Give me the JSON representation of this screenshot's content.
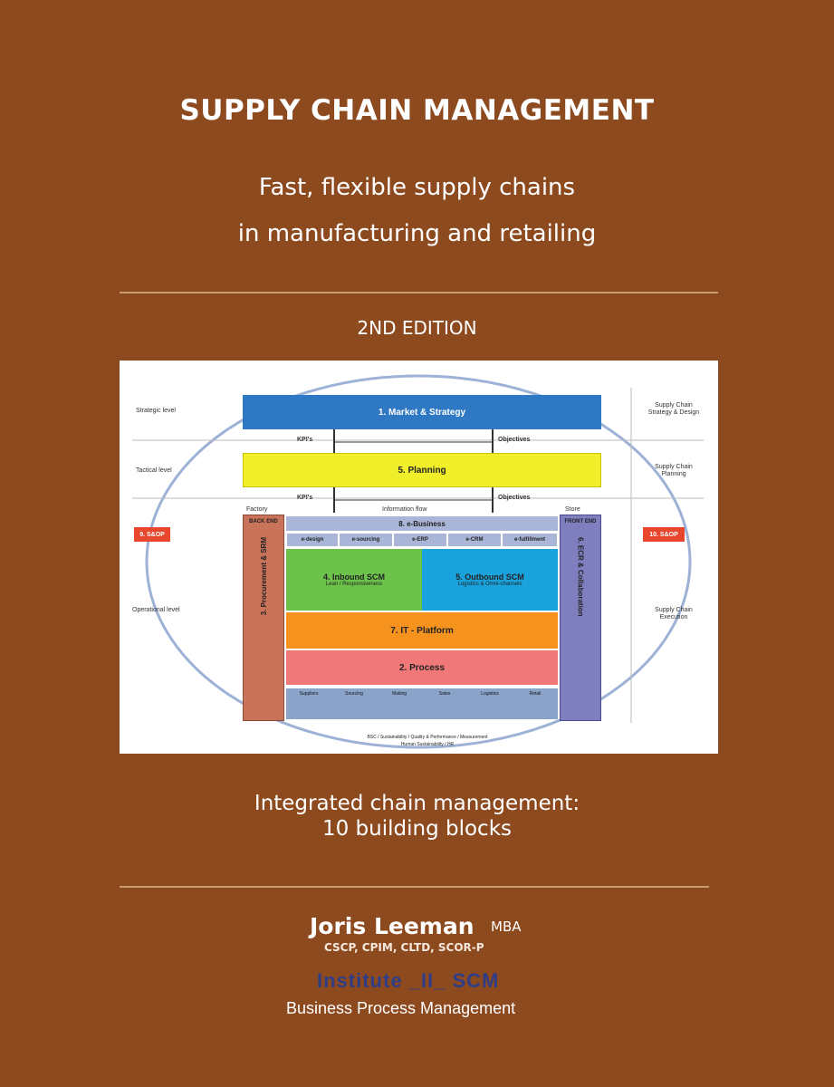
{
  "cover": {
    "title": "SUPPLY CHAIN MANAGEMENT",
    "subtitle_line1": "Fast, flexible supply chains",
    "subtitle_line2": "in manufacturing and retailing",
    "edition": "2ND EDITION",
    "tagline_line1": "Integrated chain management:",
    "tagline_line2": "10 building blocks",
    "author": "Joris Leeman",
    "author_degree": "MBA",
    "credentials": "CSCP, CPIM, CLTD, SCOR-P",
    "logo_text": "Institute _II_ SCM",
    "logo_tagline": "Business Process Management"
  },
  "diagram": {
    "left_levels": [
      "Strategic level",
      "Tactical level",
      "Operational level"
    ],
    "right_levels": [
      "Supply Chain Strategy & Design",
      "Supply Chain Planning",
      "Supply Chain Execution"
    ],
    "kpi_label": "KPI's",
    "objectives_label": "Objectives",
    "factory_label": "Factory",
    "store_label": "Store",
    "info_flow_label": "Information flow",
    "market_strategy": "1. Market & Strategy",
    "planning": "5. Planning",
    "ebusiness": "8. e-Business",
    "ebusiness_items": [
      "e-design",
      "e-sourcing",
      "e-ERP",
      "e-CRM",
      "e-fulfillment"
    ],
    "back_end": "BACK END",
    "front_end": "FRONT END",
    "procurement": "3. Procurement & SRM",
    "ecr_collaboration": "6. ECR & Collaboration",
    "inbound_scm": "4. Inbound SCM",
    "inbound_sub": "Lean / Responsiveness",
    "outbound_scm": "5. Outbound SCM",
    "outbound_sub": "Logistics & Omni-channels",
    "it_platform": "7. IT - Platform",
    "process": "2. Process",
    "flow_steps": [
      "Suppliers",
      "Sourcing",
      "Making",
      "Sales",
      "Logistics",
      "Retail"
    ],
    "left_badge": "9. S&OP",
    "right_badge": "10. S&OP",
    "bottom_note": "BSC / Sustainability / Quality & Performance / Measurement",
    "bottom_note2": "Human Sustainability / HR"
  }
}
